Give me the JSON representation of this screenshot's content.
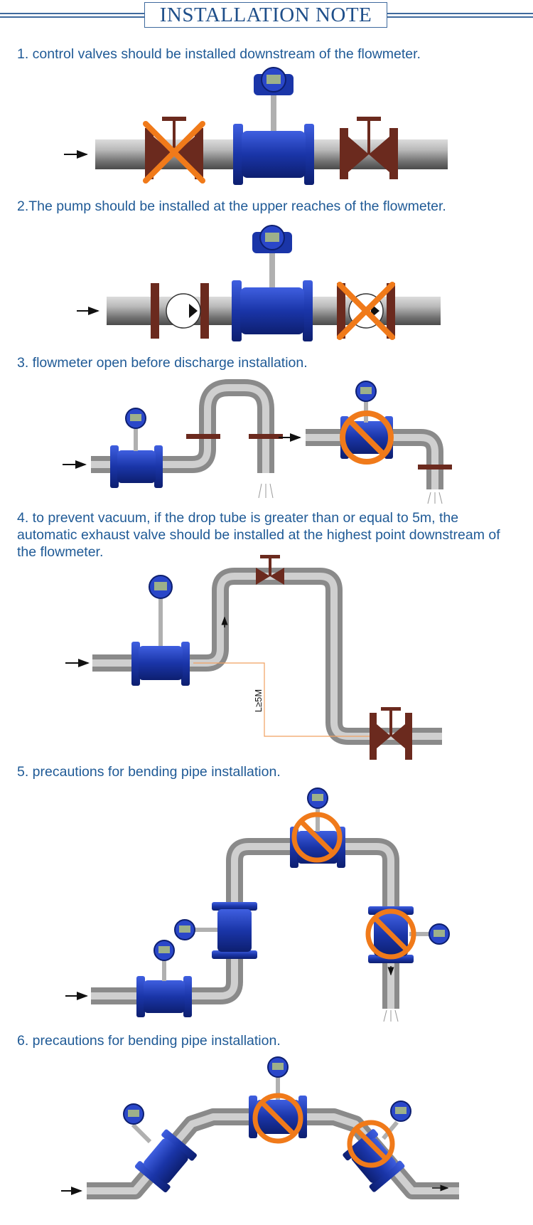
{
  "header": {
    "title": "INSTALLATION NOTE"
  },
  "notes": [
    {
      "text": "1. control valves should be installed downstream of the flowmeter."
    },
    {
      "text": "2.The pump should be installed at the upper reaches of the flowmeter."
    },
    {
      "text": "3. flowmeter open before discharge installation."
    },
    {
      "text": "4. to prevent vacuum, if the drop tube is greater than or equal to 5m, the automatic exhaust valve should be installed at the highest point downstream of the flowmeter."
    },
    {
      "text": "5. precautions for bending pipe installation."
    },
    {
      "text": "6. precautions for bending pipe installation."
    }
  ],
  "diagram4": {
    "drop_label": "L≥5M"
  },
  "colors": {
    "title": "#1f4f8a",
    "text": "#1f5a96",
    "meter": "#1a35a8",
    "valve": "#6b2a1e",
    "forbid": "#f07a1a"
  }
}
